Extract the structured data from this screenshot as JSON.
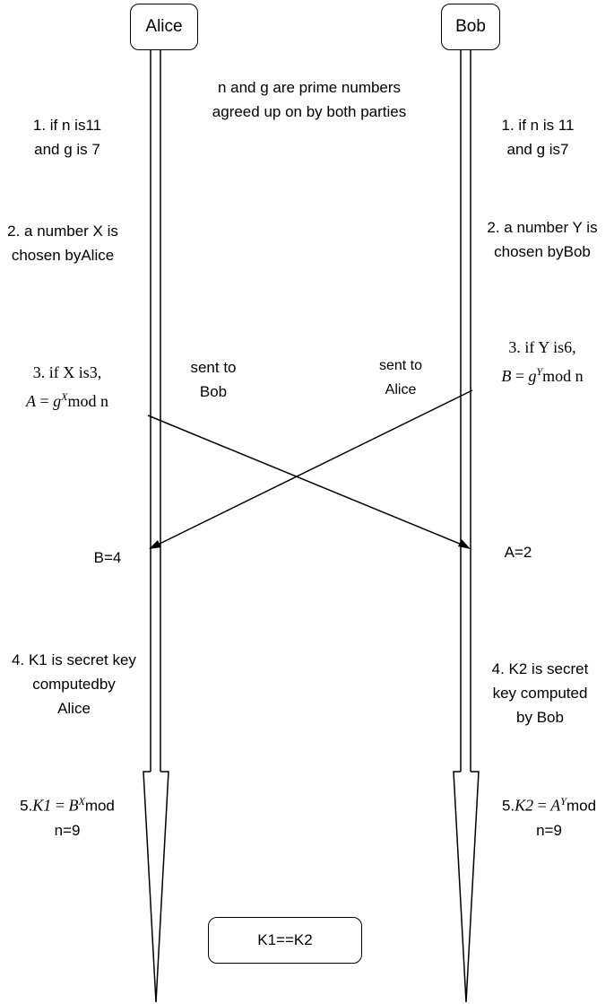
{
  "actors": {
    "alice": "Alice",
    "bob": "Bob"
  },
  "notes": {
    "shared_line1": "n and g are prime numbers",
    "shared_line2": "agreed up on by both parties",
    "alice_step1_line1": "1. if n is11",
    "alice_step1_line2": "and g is 7",
    "bob_step1_line1": "1. if n is 11",
    "bob_step1_line2": "and g is7",
    "alice_step2_line1": "2. a number X is",
    "alice_step2_line2": "chosen byAlice",
    "bob_step2_line1": "2. a number Y is",
    "bob_step2_line2": "chosen byBob",
    "alice_step3_line1": "3.  if X is3,",
    "alice_step3_A": "A",
    "alice_step3_eq": " = ",
    "alice_step3_g": "g",
    "alice_step3_sup": "X",
    "alice_step3_mod": "mod n",
    "bob_step3_line1": "3.  if Y is6,",
    "bob_step3_B": "B",
    "bob_step3_eq": " = ",
    "bob_step3_g": "g",
    "bob_step3_sup": "Y",
    "bob_step3_mod": "mod n",
    "sent_to_bob_line1": "sent to",
    "sent_to_bob_line2": "Bob",
    "sent_to_alice_line1": "sent to",
    "sent_to_alice_line2": "Alice",
    "alice_received": "B=4",
    "bob_received": "A=2",
    "alice_step4_line1": "4. K1 is secret key",
    "alice_step4_line2": "computedby",
    "alice_step4_line3": "Alice",
    "bob_step4_line1": "4. K2 is secret",
    "bob_step4_line2": "key computed",
    "bob_step4_line3": "by Bob",
    "alice_step5_prefix": "5.",
    "alice_step5_K": "K1",
    "alice_step5_eq": " = ",
    "alice_step5_B": "B",
    "alice_step5_sup": "X",
    "alice_step5_mod": "mod",
    "alice_step5_line2": "n=9",
    "bob_step5_prefix": "5.",
    "bob_step5_K": "K2",
    "bob_step5_eq": " = ",
    "bob_step5_A": "A",
    "bob_step5_sup": "Y",
    "bob_step5_mod": "mod",
    "bob_step5_line2": "n=9"
  },
  "result": "K1==K2"
}
